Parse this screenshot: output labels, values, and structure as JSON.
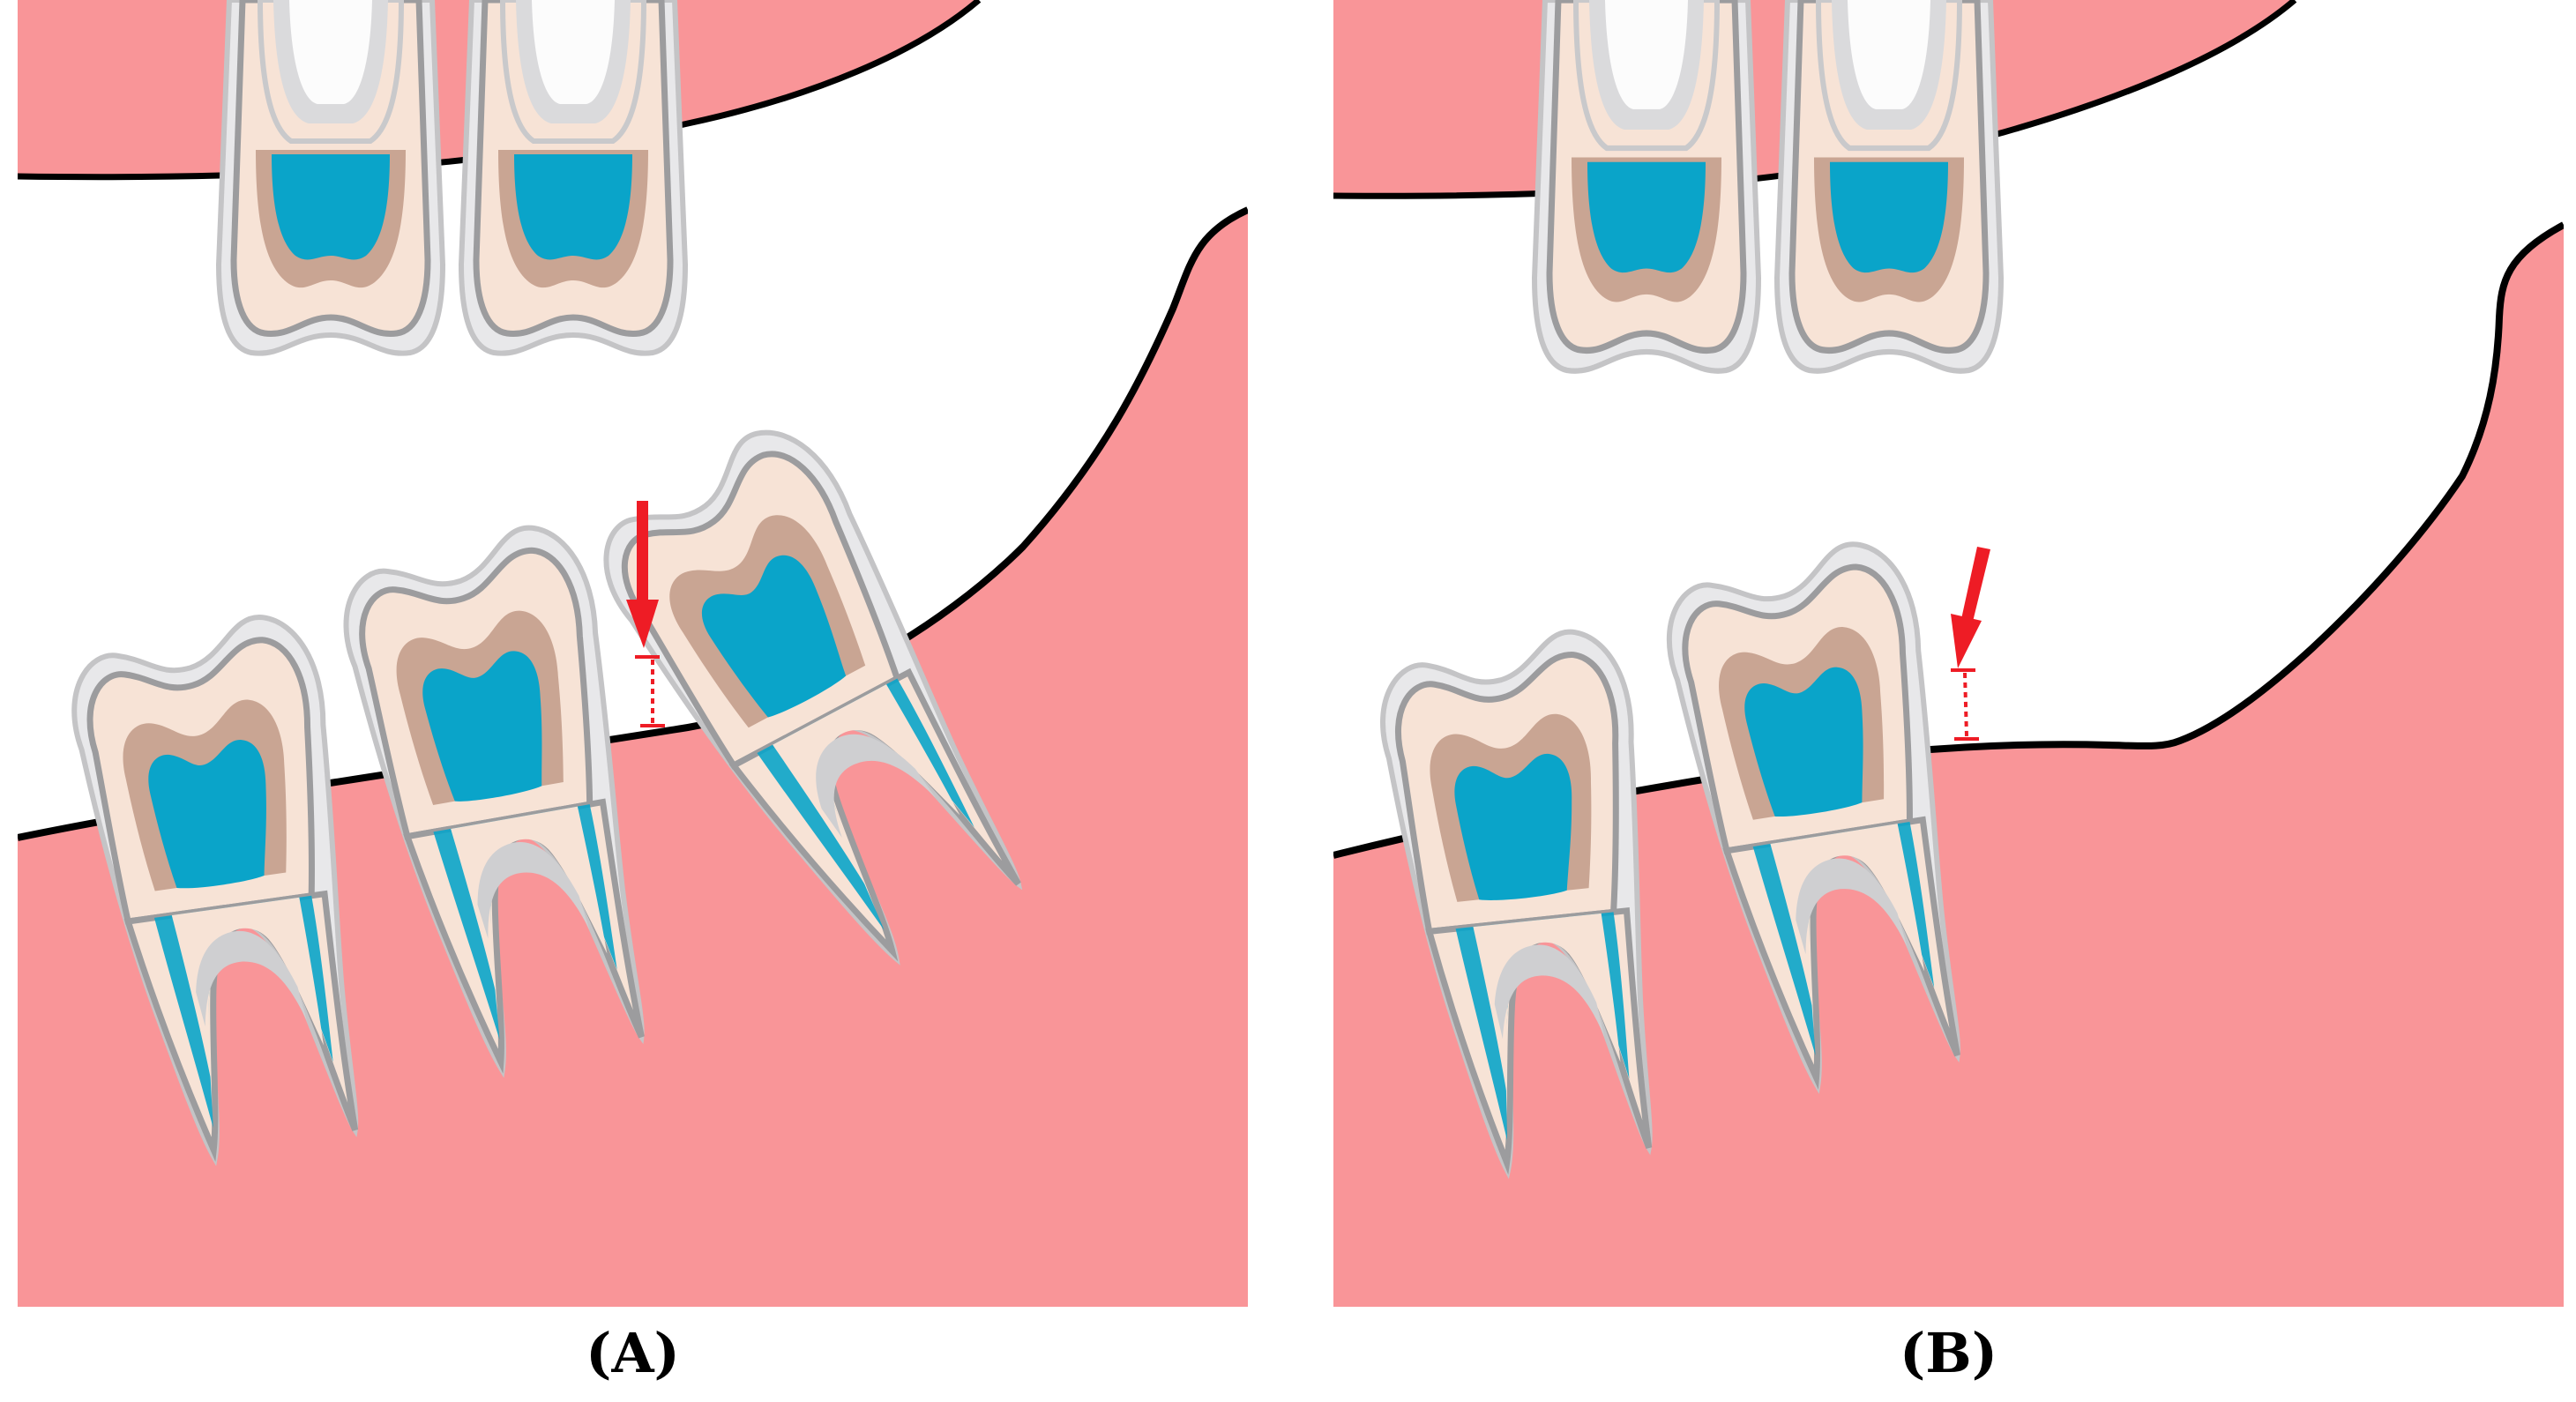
{
  "panels": [
    {
      "id": "A",
      "caption": "(A)"
    },
    {
      "id": "B",
      "caption": "(B)"
    }
  ],
  "colors": {
    "gingiva": "#F99598",
    "pulp": "#0AA4C9",
    "dentin_dark": "#C9A593",
    "dentin_light": "#F7E3D6",
    "enamel_outline": "#9C9C9E",
    "enamel_shadow": "#D8D8DA",
    "gum_line": "#000000",
    "arrow": "#EE1C25"
  },
  "icons": {
    "arrow_a": "red-down-arrow-icon",
    "arrow_b": "red-down-arrow-icon"
  }
}
